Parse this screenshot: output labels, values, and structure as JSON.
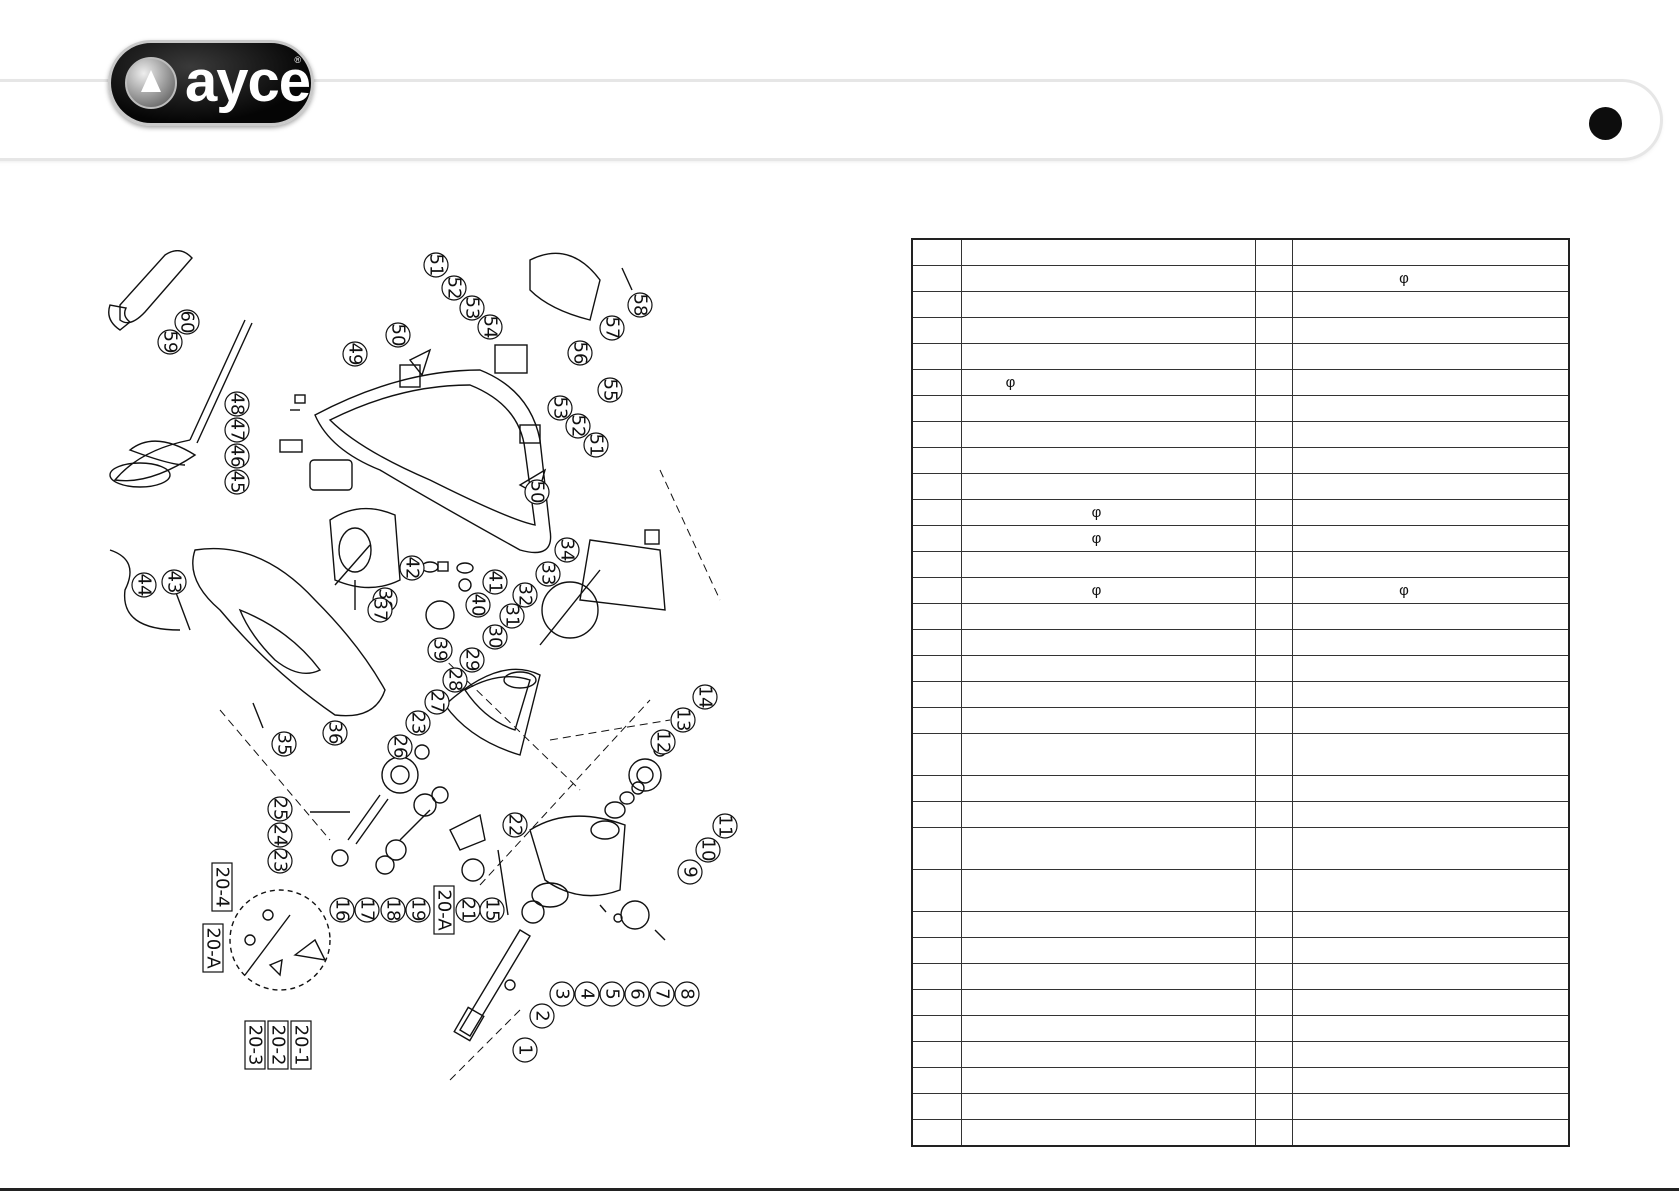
{
  "brand": {
    "name": "ayce",
    "registered": "®"
  },
  "diagram": {
    "callouts": [
      "1",
      "2",
      "3",
      "4",
      "5",
      "6",
      "7",
      "8",
      "9",
      "10",
      "11",
      "12",
      "13",
      "14",
      "15",
      "16",
      "17",
      "18",
      "19",
      "20-A",
      "21",
      "22",
      "23",
      "24",
      "25",
      "26",
      "27",
      "28",
      "29",
      "30",
      "31",
      "32",
      "33",
      "34",
      "35",
      "36",
      "37",
      "38",
      "39",
      "40",
      "41",
      "42",
      "43",
      "44",
      "45",
      "46",
      "47",
      "48",
      "49",
      "50",
      "51",
      "52",
      "53",
      "54",
      "55",
      "56",
      "57",
      "58",
      "59",
      "60",
      "20-1",
      "20-2",
      "20-3",
      "20-4",
      "20-A"
    ],
    "labels": {
      "c1": "1",
      "c2": "2",
      "c3": "3",
      "c4": "4",
      "c5": "5",
      "c6": "6",
      "c7": "7",
      "c8": "8",
      "c9": "9",
      "c10": "10",
      "c11": "11",
      "c12": "12",
      "c13": "13",
      "c14": "14",
      "c15": "15",
      "c16": "16",
      "c17": "17",
      "c18": "18",
      "c19": "19",
      "c20a": "20-A",
      "c21": "21",
      "c22": "22",
      "c23a": "23",
      "c23b": "23",
      "c24": "24",
      "c25": "25",
      "c26": "26",
      "c27": "27",
      "c28": "28",
      "c29": "29",
      "c30": "30",
      "c31": "31",
      "c32": "32",
      "c33": "33",
      "c34": "34",
      "c35": "35",
      "c36": "36",
      "c37": "37",
      "c38": "38",
      "c39": "39",
      "c40": "40",
      "c41": "41",
      "c42": "42",
      "c43": "43",
      "c44": "44",
      "c45": "45",
      "c46": "46",
      "c47": "47",
      "c48": "48",
      "c49": "49",
      "c50a": "50",
      "c50b": "50",
      "c51a": "51",
      "c51b": "51",
      "c52a": "52",
      "c52b": "52",
      "c53a": "53",
      "c53b": "53",
      "c54": "54",
      "c55": "55",
      "c56": "56",
      "c57": "57",
      "c58": "58",
      "c59": "59",
      "c60": "60",
      "b201": "20-1",
      "b202": "20-2",
      "b203": "20-3",
      "b204": "20-4",
      "b20a": "20-A"
    }
  },
  "table": {
    "phi_symbol": "φ",
    "rows": [
      {
        "phi_left": false,
        "phi_right": false
      },
      {
        "phi_left": false,
        "phi_right": true
      },
      {
        "phi_left": false,
        "phi_right": false
      },
      {
        "phi_left": false,
        "phi_right": false
      },
      {
        "phi_left": false,
        "phi_right": false
      },
      {
        "phi_left": true,
        "phi_right": false
      },
      {
        "phi_left": false,
        "phi_right": false
      },
      {
        "phi_left": false,
        "phi_right": false
      },
      {
        "phi_left": false,
        "phi_right": false
      },
      {
        "phi_left": false,
        "phi_right": false
      },
      {
        "phi_left": true,
        "phi_right": false
      },
      {
        "phi_left": true,
        "phi_right": false
      },
      {
        "phi_left": false,
        "phi_right": false
      },
      {
        "phi_left": true,
        "phi_right": true
      },
      {
        "phi_left": false,
        "phi_right": false
      },
      {
        "phi_left": false,
        "phi_right": false
      },
      {
        "phi_left": false,
        "phi_right": false
      },
      {
        "phi_left": false,
        "phi_right": false
      },
      {
        "phi_left": false,
        "phi_right": false
      },
      {
        "phi_left": false,
        "phi_right": false,
        "tall": true
      },
      {
        "phi_left": false,
        "phi_right": false
      },
      {
        "phi_left": false,
        "phi_right": false
      },
      {
        "phi_left": false,
        "phi_right": false,
        "tall": true
      },
      {
        "phi_left": false,
        "phi_right": false,
        "tall": true
      },
      {
        "phi_left": false,
        "phi_right": false
      },
      {
        "phi_left": false,
        "phi_right": false
      },
      {
        "phi_left": false,
        "phi_right": false
      },
      {
        "phi_left": false,
        "phi_right": false
      },
      {
        "phi_left": false,
        "phi_right": false
      },
      {
        "phi_left": false,
        "phi_right": false
      },
      {
        "phi_left": false,
        "phi_right": false
      },
      {
        "phi_left": false,
        "phi_right": false
      },
      {
        "phi_left": false,
        "phi_right": false
      }
    ]
  }
}
